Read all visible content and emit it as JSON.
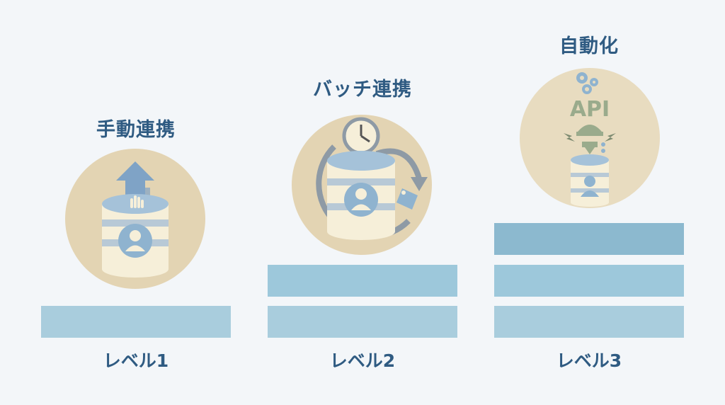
{
  "levels": [
    {
      "title": "手動連携",
      "label": "レベル1",
      "bars": 1
    },
    {
      "title": "バッチ連携",
      "label": "レベル2",
      "bars": 2
    },
    {
      "title": "自動化",
      "label": "レベル3",
      "bars": 3
    }
  ],
  "icon_text": {
    "api": "API"
  },
  "colors": {
    "title_text": "#2f5b82",
    "circle_fill": "#e8dcc0",
    "bar_light": "#a9cddd",
    "bar_mid": "#9dc8db",
    "bar_dark": "#8cb9cf",
    "database_blue": "#8fb3cf",
    "database_cream": "#f6efd9"
  },
  "icons": [
    "upload-arrow-icon",
    "hand-icon",
    "user-icon",
    "clock-icon",
    "cycle-arrow-icon",
    "tag-icon",
    "gear-icon",
    "plug-icon",
    "lightning-icon",
    "database-icon"
  ]
}
